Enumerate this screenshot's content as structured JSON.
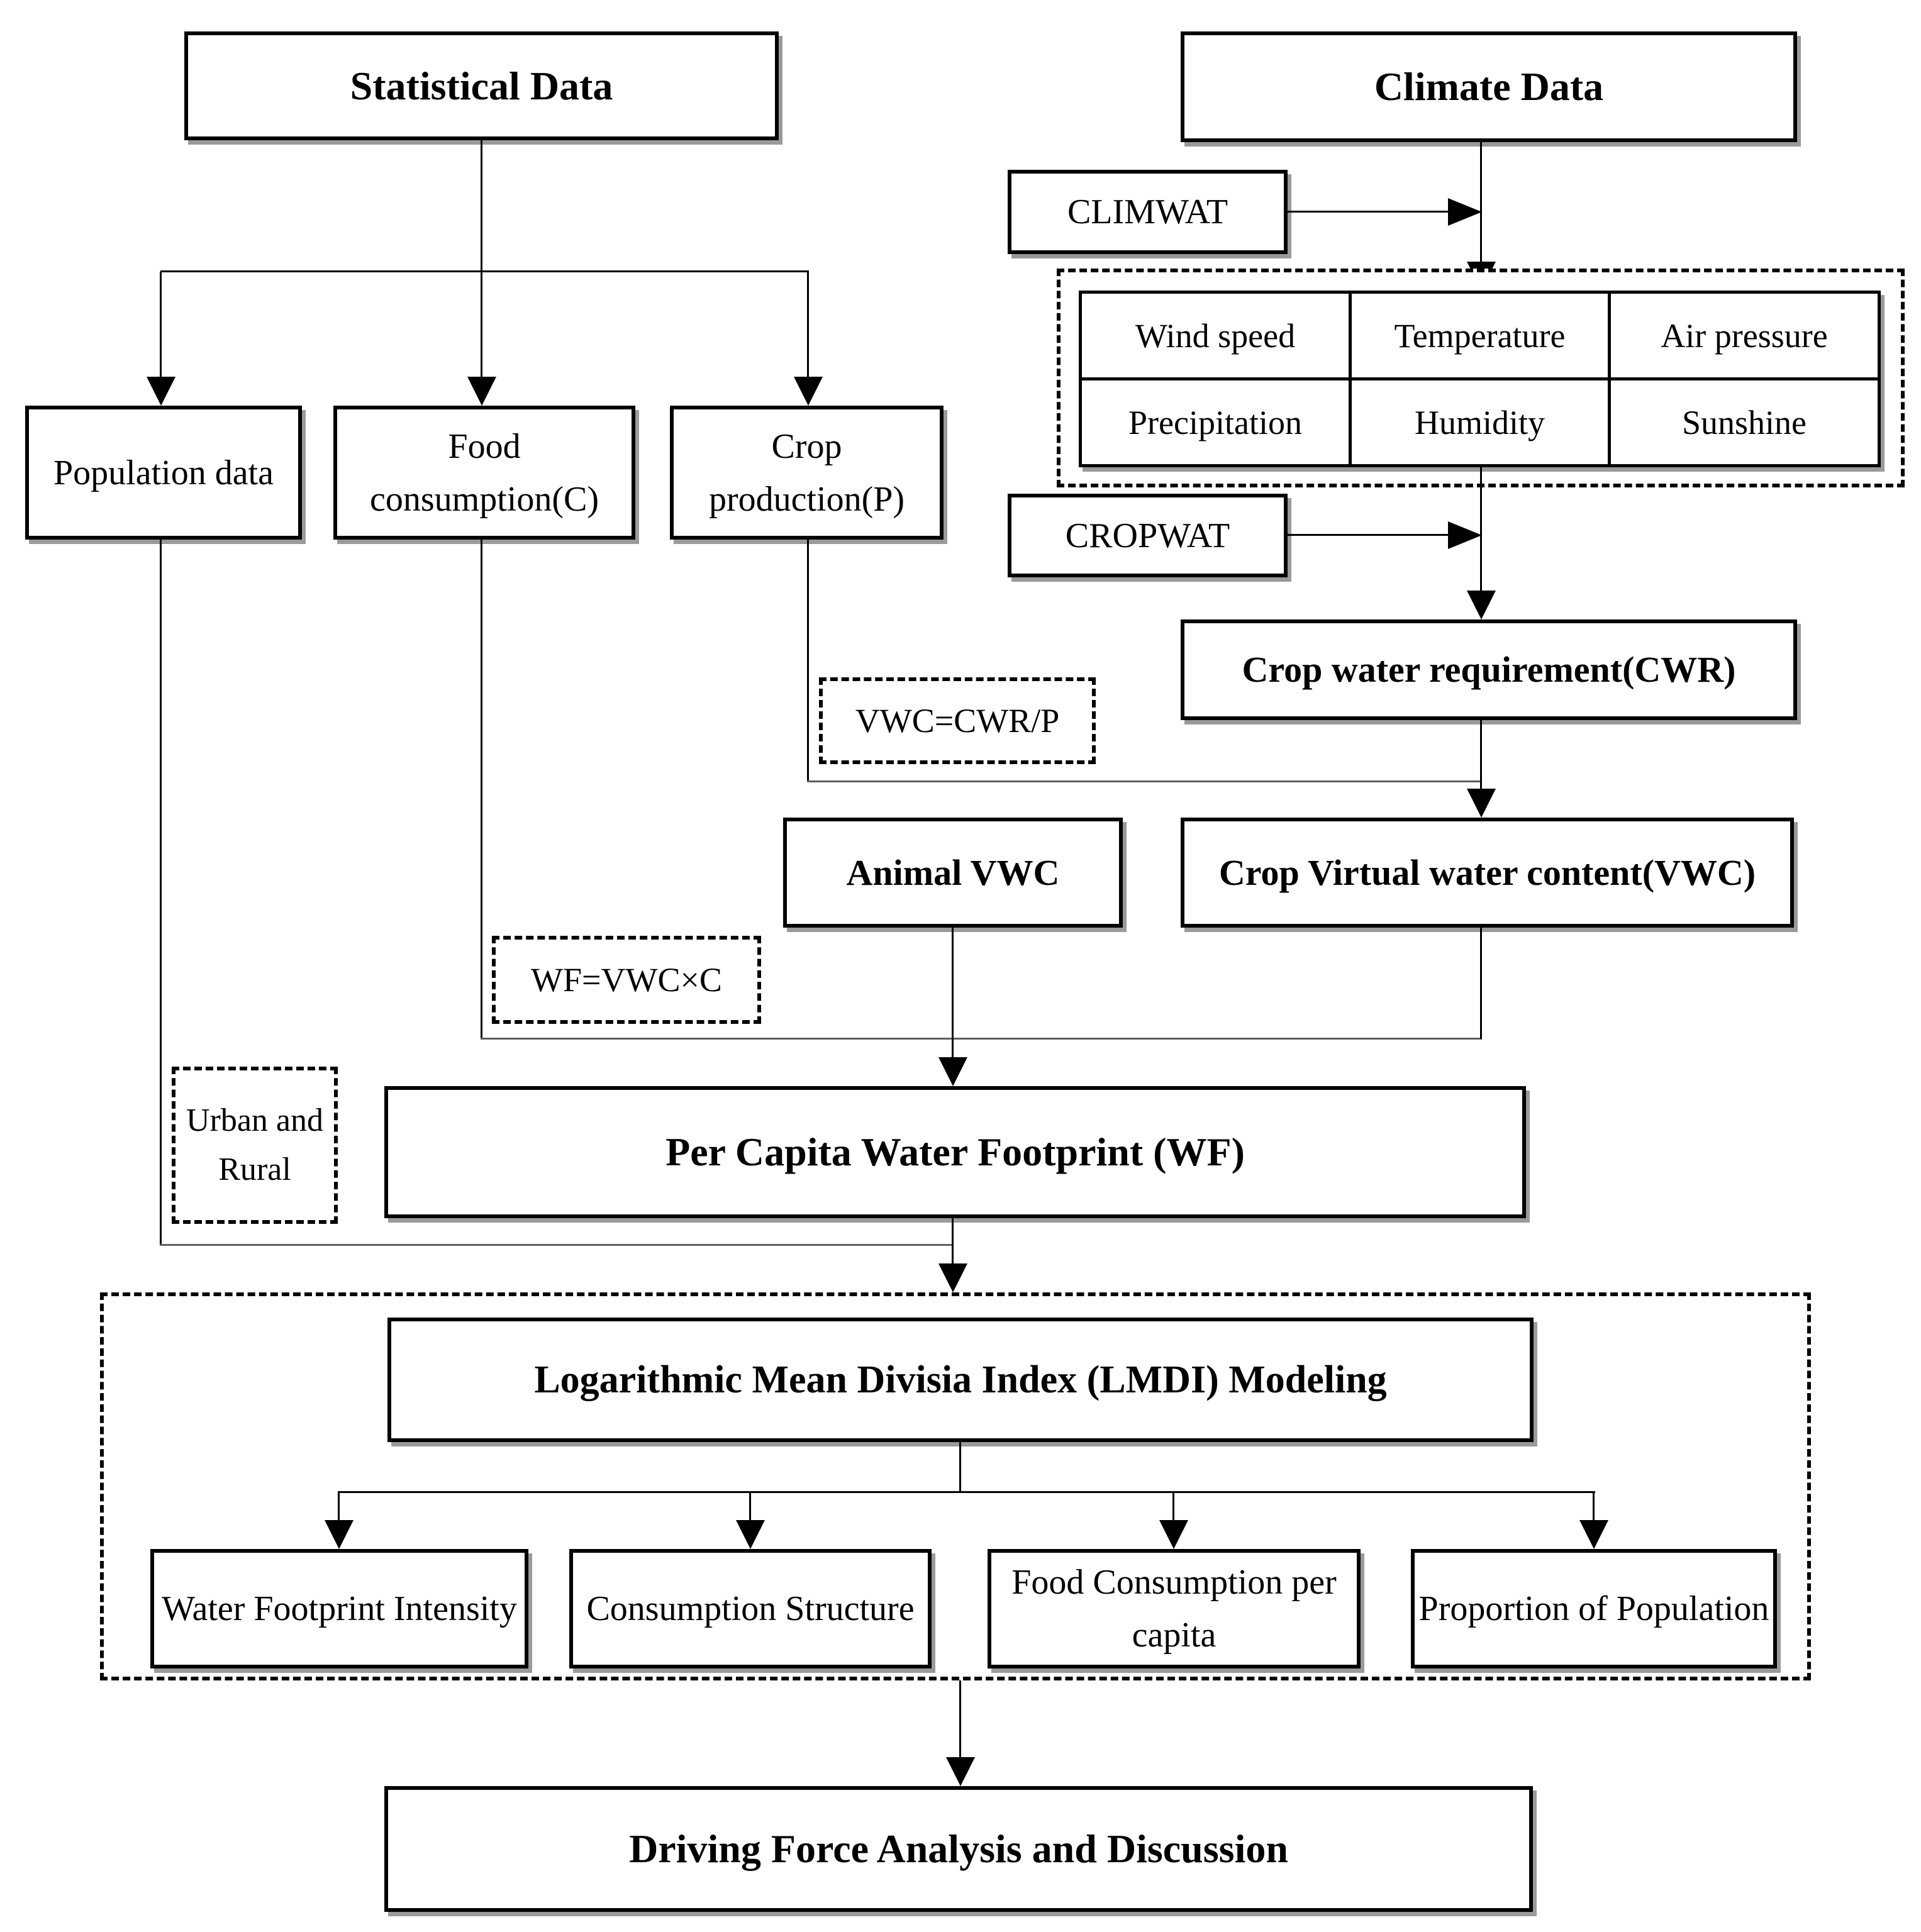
{
  "nodes": {
    "statistical_data": "Statistical Data",
    "climate_data": "Climate Data",
    "climwat": "CLIMWAT",
    "cropwat": "CROPWAT",
    "population_data": "Population data",
    "food_consumption": "Food consumption(C)",
    "crop_production": "Crop production(P)",
    "crop_water_requirement": "Crop water requirement(CWR)",
    "vwc_formula": "VWC=CWR/P",
    "animal_vwc": "Animal VWC",
    "crop_vwc": "Crop Virtual water content(VWC)",
    "wf_formula": "WF=VWC×C",
    "urban_rural": "Urban and Rural",
    "per_capita_wf": "Per Capita Water Footprint (WF)",
    "lmdi": "Logarithmic Mean Divisia Index (LMDI) Modeling",
    "wf_intensity": "Water Footprint Intensity",
    "consumption_structure": "Consumption Structure",
    "food_consumption_per_capita": "Food Consumption per capita",
    "proportion_population": "Proportion of Population",
    "driving_force": "Driving Force Analysis and Discussion"
  },
  "climate_table": {
    "row1": [
      "Wind speed",
      "Temperature",
      "Air pressure"
    ],
    "row2": [
      "Precipitation",
      "Humidity",
      "Sunshine"
    ]
  },
  "colors": {
    "background": "#ffffff",
    "text": "#000000",
    "line": "#000000",
    "merge_line": "#5f5f5f",
    "shadow": "#9a9a9a"
  }
}
